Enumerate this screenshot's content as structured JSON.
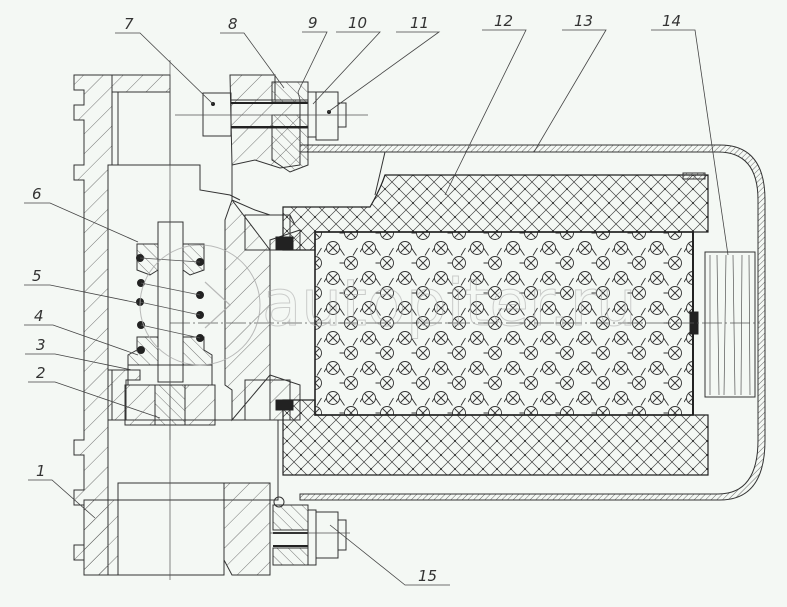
{
  "diagram": {
    "type": "engineering cross-section",
    "subject": "filter assembly",
    "colors": {
      "background": "#f4f8f4",
      "line": "#333333",
      "watermark": "#aaaaaa"
    },
    "callouts": [
      {
        "id": "1",
        "label": "1"
      },
      {
        "id": "2",
        "label": "2"
      },
      {
        "id": "3",
        "label": "3"
      },
      {
        "id": "4",
        "label": "4"
      },
      {
        "id": "5",
        "label": "5"
      },
      {
        "id": "6",
        "label": "6"
      },
      {
        "id": "7",
        "label": "7"
      },
      {
        "id": "8",
        "label": "8"
      },
      {
        "id": "9",
        "label": "9"
      },
      {
        "id": "10",
        "label": "10"
      },
      {
        "id": "11",
        "label": "11"
      },
      {
        "id": "12",
        "label": "12"
      },
      {
        "id": "13",
        "label": "13"
      },
      {
        "id": "14",
        "label": "14"
      },
      {
        "id": "15",
        "label": "15"
      }
    ],
    "watermark": {
      "text": "autopiter.ru",
      "icon": "arrow-logo-icon"
    }
  }
}
